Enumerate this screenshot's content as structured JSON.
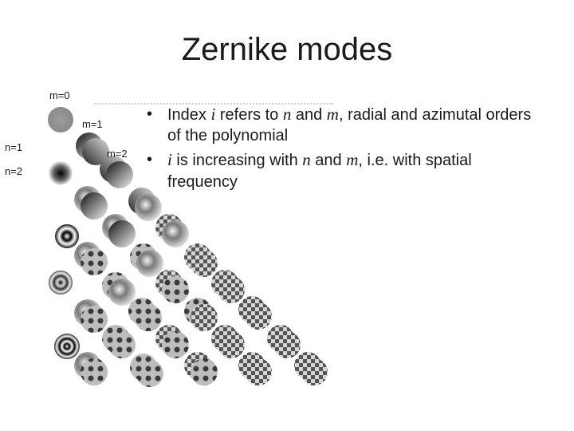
{
  "title": "Zernike modes",
  "labels": {
    "m0": "m=0",
    "m1": "m=1",
    "m2": "m=2",
    "n1": "n=1",
    "n2": "n=2"
  },
  "bullets": [
    {
      "prefix": "Index ",
      "i": "i",
      "mid1": " refers to ",
      "n": "n",
      "mid2": " and ",
      "m": "m",
      "suffix": ", radial and azimutal orders of the polynomial"
    },
    {
      "prefix": "",
      "i": "i",
      "mid1": " is increasing with ",
      "n": "n",
      "mid2": " and ",
      "m": "m",
      "suffix": ", i.e. with spatial frequency"
    }
  ],
  "bullet_symbol": "•"
}
